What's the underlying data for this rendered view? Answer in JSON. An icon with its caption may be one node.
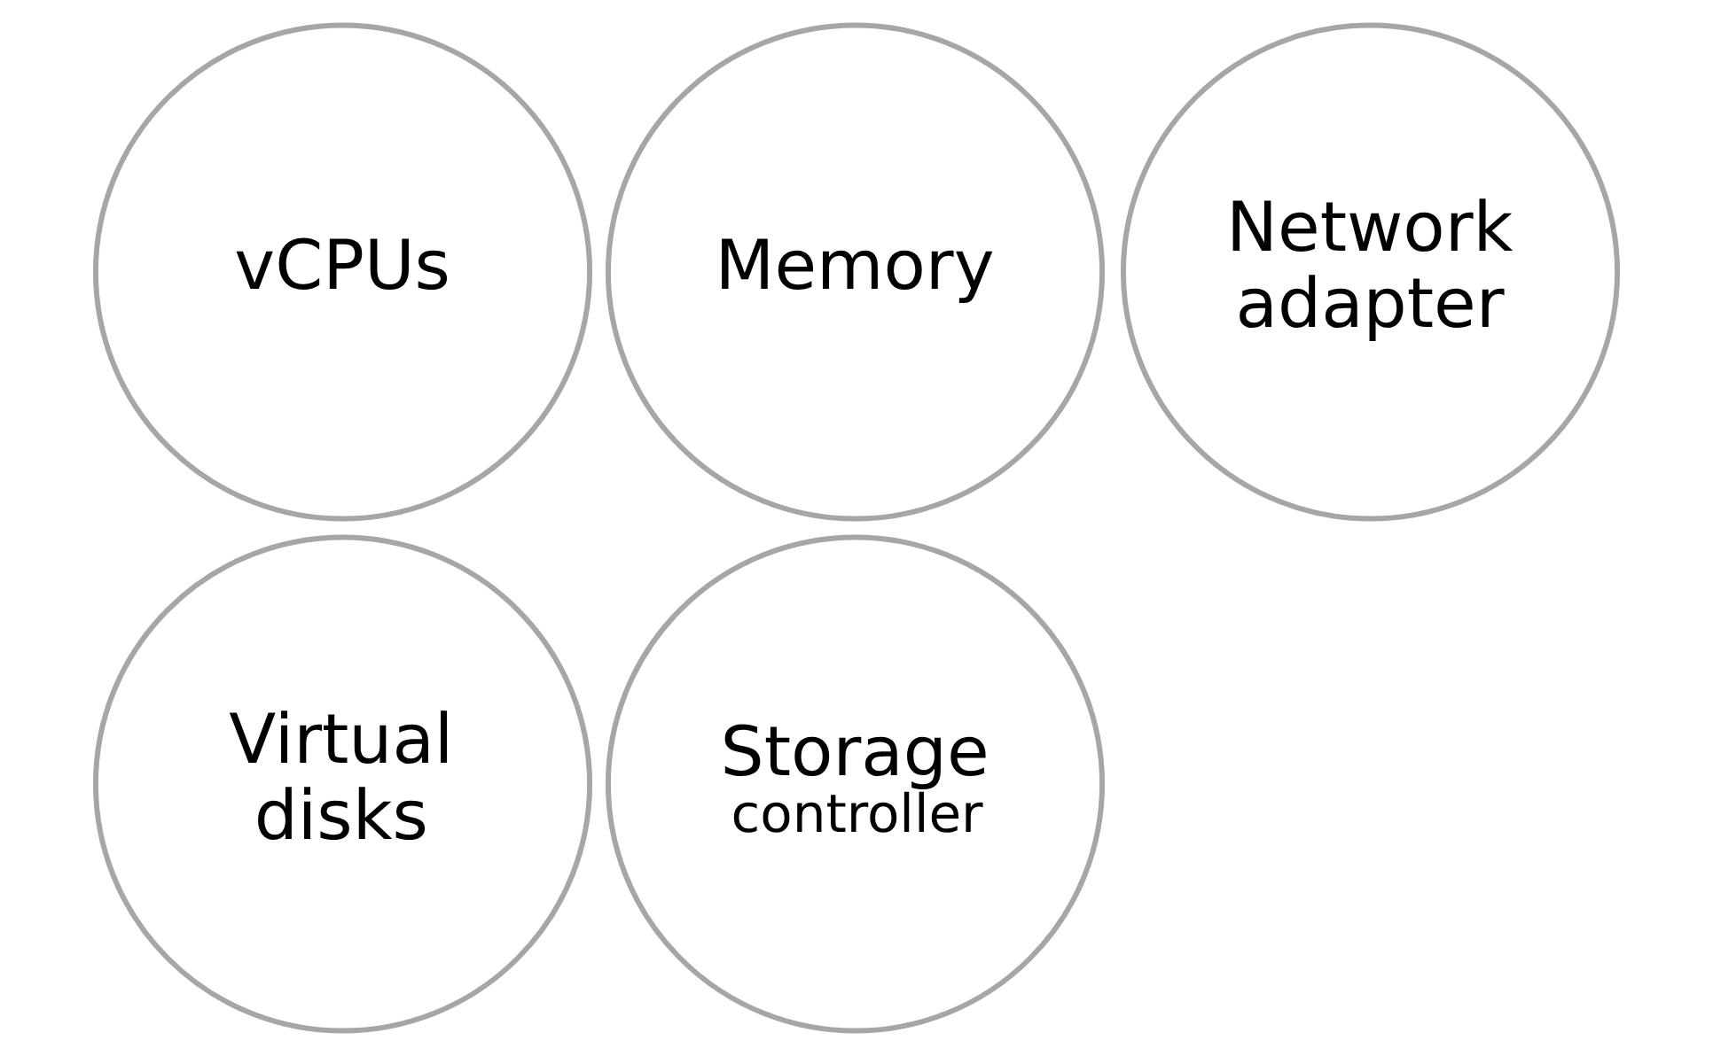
{
  "diagram": {
    "nodes": [
      {
        "text": [
          "vCPUs"
        ]
      },
      {
        "text": [
          "Memory"
        ]
      },
      {
        "text": [
          "Network adapter"
        ]
      },
      {
        "text": [
          "Virtual disks"
        ]
      },
      {
        "text": [
          "Storage",
          "controller"
        ]
      }
    ]
  }
}
